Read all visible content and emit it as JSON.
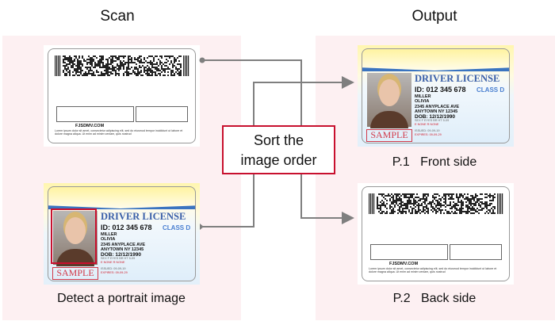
{
  "headers": {
    "scan": "Scan",
    "output": "Output"
  },
  "process": {
    "label_line1": "Sort the",
    "label_line2": "image order"
  },
  "captions": {
    "scan_front": "Detect a portrait image",
    "out_p1": "P.1   Front side",
    "out_p2": "P.2   Back side"
  },
  "card_back": {
    "site": "FJSDMV.COM",
    "lorem": "Lorem ipsum dolor sit amet, consectetur adipiscing elit, sed do eiusmod tempor incididunt ut labore et dolore magna aliqua. Ut enim ad minim veniam, quis nostrud"
  },
  "card_front": {
    "title": "DRIVER LICENSE",
    "id": "ID: 012 345 678",
    "class": "CLASS D",
    "last": "MILLER",
    "first": "OLIVIA",
    "street": "2345 ANYPLACE AVE",
    "city": "ANYTOWN NY 12345",
    "dob": "DOB: 12/12/1990",
    "physical": "SEX F  EYES BR  HT 5-09",
    "restrictions": "E NONE   R NONE",
    "issued": "ISSUED:  09-09-19",
    "expires": "EXPIRES:  09-09-29",
    "sample": "SAMPLE"
  },
  "colors": {
    "accent": "#c8102e",
    "panel": "#fdf0f2",
    "connector": "#7f7f7f",
    "license_blue": "#3a5fa8"
  }
}
